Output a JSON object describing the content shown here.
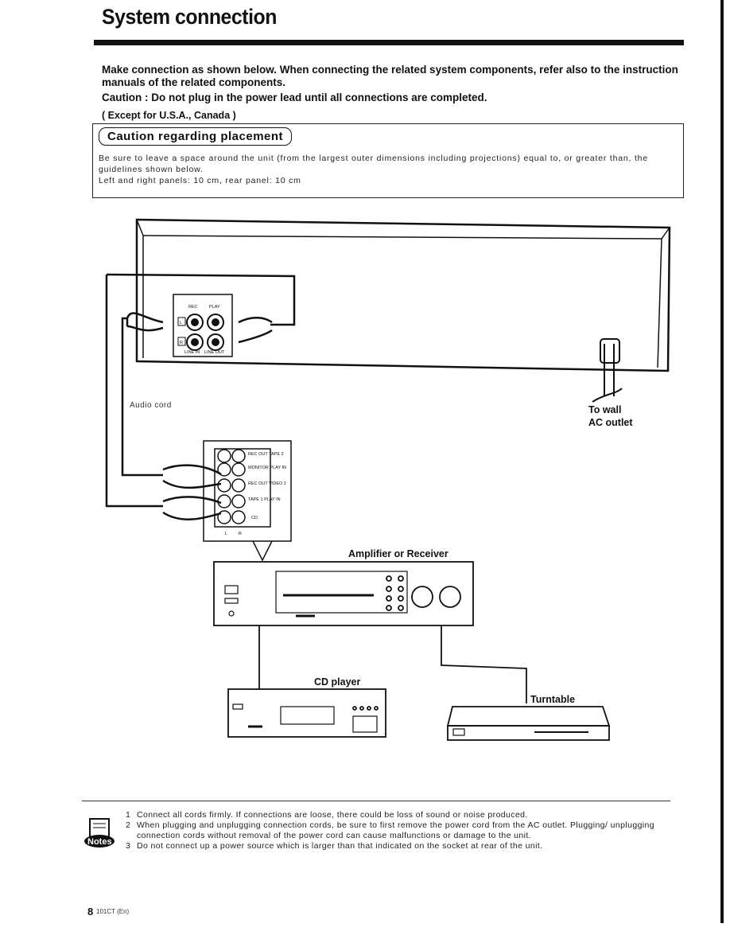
{
  "page": {
    "title": "System connection",
    "intro": "Make connection as shown below. When connecting the related system components, refer also to the instruction manuals of the related components.",
    "caution": "Caution : Do not plug in the power lead until all connections are completed.",
    "except_label": "( Except for U.S.A., Canada )",
    "placement": {
      "title": "Caution regarding placement",
      "body_1": "Be sure to leave a space around the unit (from the largest outer dimensions including projections) equal to, or greater than, the guidelines shown below.",
      "body_2": "Left and right panels: 10 cm, rear panel: 10 cm"
    }
  },
  "diagram": {
    "unit_panel": {
      "rec": "REC",
      "play": "PLAY",
      "l": "L",
      "r": "R",
      "line_in": "LINE IN",
      "line_out": "LINE OUT"
    },
    "audio_cord": "Audio cord",
    "wall_outlet": {
      "line1": "To wall",
      "line2": "AC outlet"
    },
    "amp_jacks": {
      "rec_out_tape2": "REC OUT TAPE 2",
      "monitor_play_in": "MONITOR PLAY IN",
      "rec_out_video2": "REC OUT VIDEO 2",
      "tape1_play_in": "TAPE 1 PLAY IN",
      "cd": "CD",
      "l": "L",
      "r": "R"
    },
    "amplifier": "Amplifier or Receiver",
    "cd_player": "CD player",
    "turntable": "Turntable"
  },
  "notes": {
    "icon_label": "Notes",
    "items": [
      {
        "num": "1",
        "text": "Connect all cords firmly. If connections are loose, there could be loss of sound or noise produced."
      },
      {
        "num": "2",
        "text": "When plugging and unplugging connection cords, be sure to first remove the power cord from the AC outlet. Plugging/ unplugging connection cords without removal of the power cord can cause malfunctions or damage to the unit."
      },
      {
        "num": "3",
        "text": "Do not connect up a power source which is larger than that indicated on the socket at rear of the unit."
      }
    ]
  },
  "footer": {
    "page_number": "8",
    "code": "101CT (En)"
  }
}
